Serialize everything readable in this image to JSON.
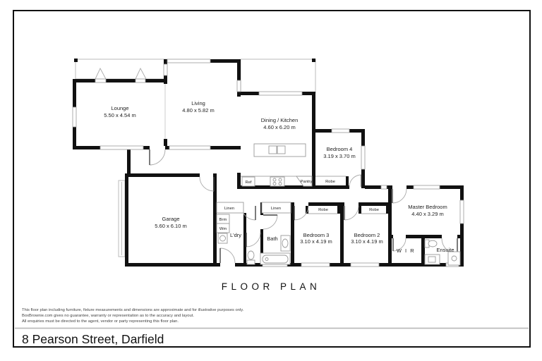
{
  "page": {
    "title": "FLOOR PLAN",
    "address": "8 Pearson Street, Darfield",
    "disclaimer": [
      "This floor plan including furniture, fixture measurements and dimensions are approximate and for illustrative purposes only.",
      "BoxBrownie.com gives no guarantee, warranty or representation as to the accuracy and layout.",
      "All enquiries must be directed to the agent, vendor or party representing this floor plan."
    ]
  },
  "rooms": {
    "lounge": {
      "name": "Lounge",
      "dims": "5.50 x 4.54 m"
    },
    "living": {
      "name": "Living",
      "dims": "4.80 x 5.82 m"
    },
    "dining_kitchen": {
      "name": "Dining / Kitchen",
      "dims": "4.60 x 6.20 m"
    },
    "bedroom4": {
      "name": "Bedroom 4",
      "dims": "3.19 x 3.70 m"
    },
    "garage": {
      "name": "Garage",
      "dims": "5.60 x 6.10 m"
    },
    "bedroom3": {
      "name": "Bedroom 3",
      "dims": "3.10 x 4.19 m"
    },
    "bedroom2": {
      "name": "Bedroom 2",
      "dims": "3.10 x 4.19 m"
    },
    "master_bedroom": {
      "name": "Master Bedroom",
      "dims": "4.40 x 3.29 m"
    },
    "laundry": {
      "name": "L'dry"
    },
    "bath": {
      "name": "Bath"
    },
    "wir": {
      "name": "W I R"
    },
    "ensuite": {
      "name": "Ensuite"
    }
  },
  "closets": {
    "ref": "Ref",
    "pantry": "Pantry",
    "robe_bed4": "Robe",
    "robe_bed3": "Robe",
    "robe_bed2": "Robe",
    "linen_hall": "Linen",
    "linen_bath": "Linen",
    "broom": "Brm",
    "washing_machine": "Wm"
  },
  "colors": {
    "wall": "#111111",
    "window_line": "#999999",
    "border": "#111111",
    "separator": "#bbbbbb"
  }
}
